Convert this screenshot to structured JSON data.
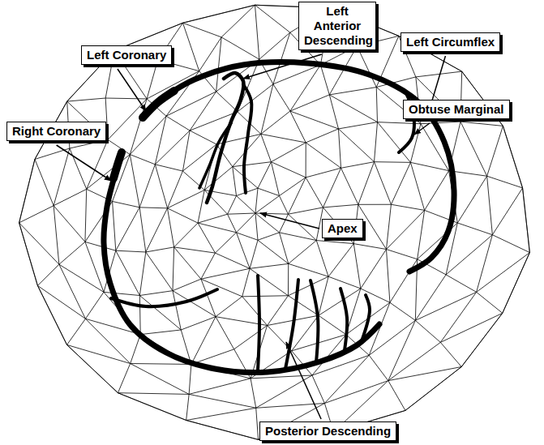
{
  "diagram": {
    "nodes": [
      {
        "text": [
          "Left Anterior Descending"
        ]
      },
      {
        "text": [
          "Left Circumflex"
        ]
      },
      {
        "text": [
          "Left Coronary"
        ]
      },
      {
        "text": [
          "Obtuse Marginal"
        ]
      },
      {
        "text": [
          "Right Coronary"
        ]
      },
      {
        "text": [
          "Apex"
        ]
      },
      {
        "text": [
          "Posterior Descending"
        ]
      }
    ]
  }
}
